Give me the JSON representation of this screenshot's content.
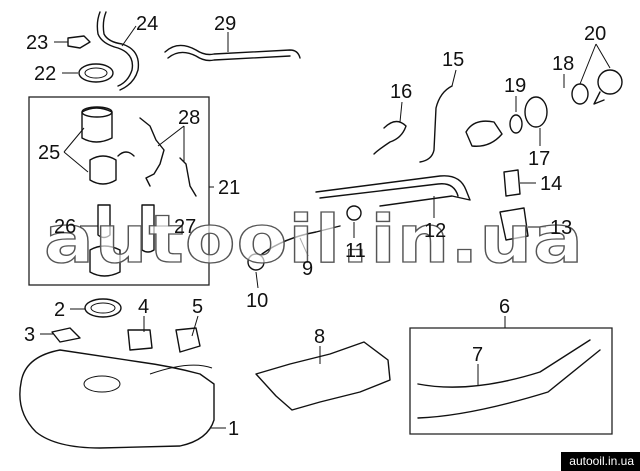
{
  "diagram": {
    "callouts": [
      {
        "id": "c1",
        "label": "1"
      },
      {
        "id": "c2",
        "label": "2"
      },
      {
        "id": "c3",
        "label": "3"
      },
      {
        "id": "c4",
        "label": "4"
      },
      {
        "id": "c5",
        "label": "5"
      },
      {
        "id": "c6",
        "label": "6"
      },
      {
        "id": "c7",
        "label": "7"
      },
      {
        "id": "c8",
        "label": "8"
      },
      {
        "id": "c9",
        "label": "9"
      },
      {
        "id": "c10",
        "label": "10"
      },
      {
        "id": "c11",
        "label": "11"
      },
      {
        "id": "c12",
        "label": "12"
      },
      {
        "id": "c13",
        "label": "13"
      },
      {
        "id": "c14",
        "label": "14"
      },
      {
        "id": "c15",
        "label": "15"
      },
      {
        "id": "c16",
        "label": "16"
      },
      {
        "id": "c17",
        "label": "17"
      },
      {
        "id": "c18",
        "label": "18"
      },
      {
        "id": "c19",
        "label": "19"
      },
      {
        "id": "c20",
        "label": "20"
      },
      {
        "id": "c21",
        "label": "21"
      },
      {
        "id": "c22",
        "label": "22"
      },
      {
        "id": "c23",
        "label": "23"
      },
      {
        "id": "c24",
        "label": "24"
      },
      {
        "id": "c25",
        "label": "25"
      },
      {
        "id": "c26",
        "label": "26"
      },
      {
        "id": "c27",
        "label": "27"
      },
      {
        "id": "c28",
        "label": "28"
      },
      {
        "id": "c29",
        "label": "29"
      }
    ]
  },
  "watermark": "autooil.in.ua",
  "footer_url": "autooil.in.ua"
}
